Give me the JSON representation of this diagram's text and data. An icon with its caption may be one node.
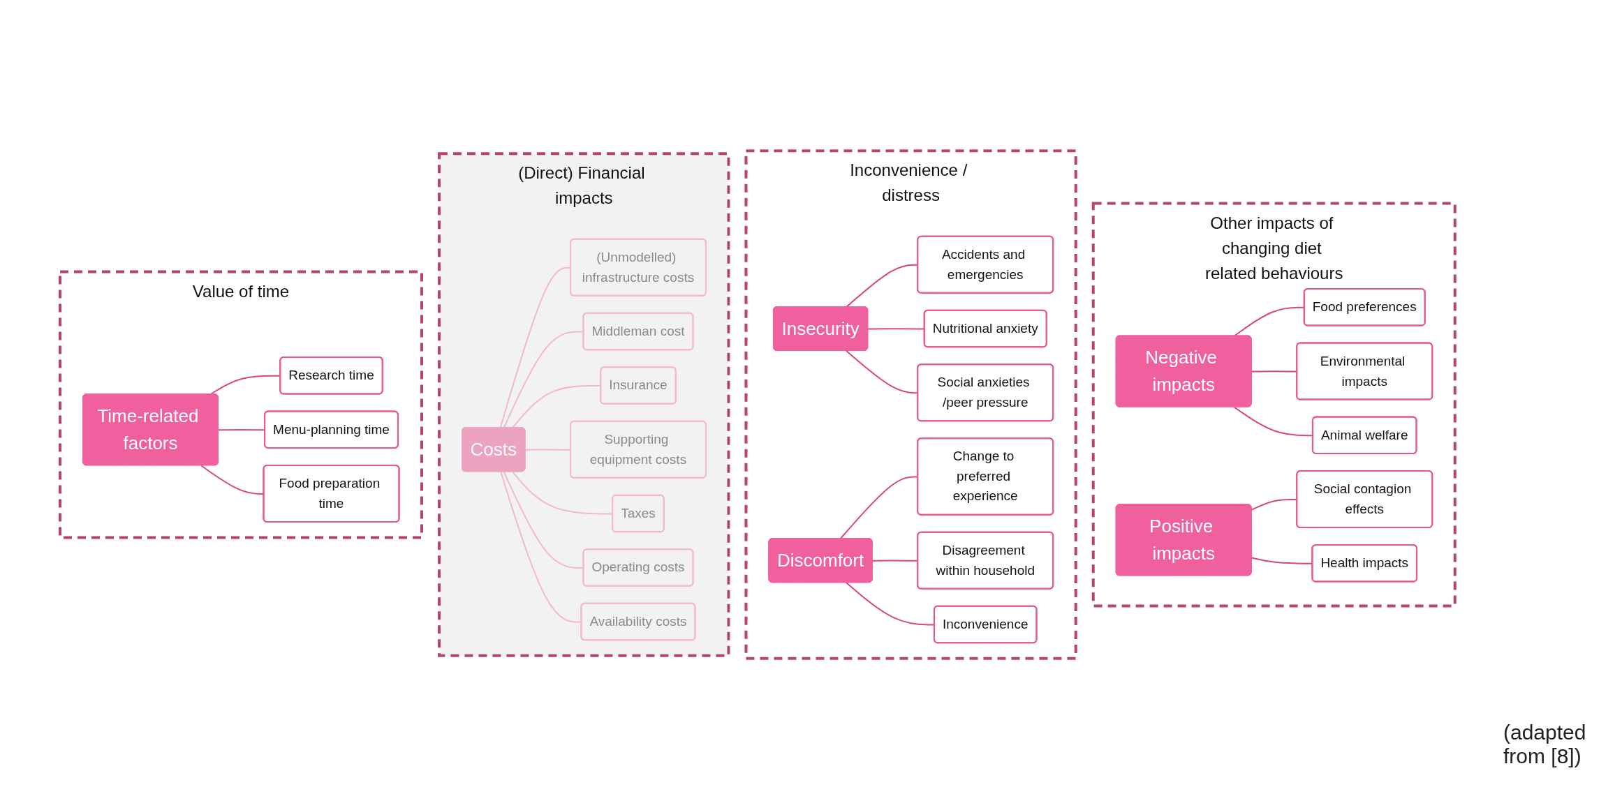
{
  "diagram": {
    "nodes": [
      {
        "text": [
          "Value of time"
        ]
      },
      {
        "text": [
          "Time-related factors"
        ],
        "in": 0
      },
      {
        "text": [
          "Research time"
        ],
        "in": 0
      },
      {
        "text": [
          "Menu-planning time"
        ],
        "in": 0
      },
      {
        "text": [
          "Food preparation time"
        ],
        "in": 0
      },
      {
        "text": [
          "(Direct) Financial impacts"
        ]
      },
      {
        "text": [
          "Costs"
        ],
        "in": 5
      },
      {
        "text": [
          "(Unmodelled) infrastructure costs"
        ],
        "in": 5
      },
      {
        "text": [
          "Middleman cost"
        ],
        "in": 5
      },
      {
        "text": [
          "Insurance"
        ],
        "in": 5
      },
      {
        "text": [
          "Supporting equipment costs"
        ],
        "in": 5
      },
      {
        "text": [
          "Taxes"
        ],
        "in": 5
      },
      {
        "text": [
          "Operating costs"
        ],
        "in": 5
      },
      {
        "text": [
          "Availability costs"
        ],
        "in": 5
      },
      {
        "text": [
          "Inconvenience / distress"
        ]
      },
      {
        "text": [
          "Insecurity"
        ],
        "in": 14
      },
      {
        "text": [
          "Accidents and emergencies"
        ],
        "in": 14
      },
      {
        "text": [
          "Nutritional anxiety"
        ],
        "in": 14
      },
      {
        "text": [
          "Social anxieties /peer pressure"
        ],
        "in": 14
      },
      {
        "text": [
          "Discomfort"
        ],
        "in": 14
      },
      {
        "text": [
          "Change to preferred experience"
        ],
        "in": 14
      },
      {
        "text": [
          "Disagreement within household"
        ],
        "in": 14
      },
      {
        "text": [
          "Inconvenience"
        ],
        "in": 14
      },
      {
        "text": [
          "Other impacts of changing diet related behaviours"
        ]
      },
      {
        "text": [
          "Negative impacts"
        ],
        "in": 23
      },
      {
        "text": [
          "Food preferences"
        ],
        "in": 23
      },
      {
        "text": [
          "Environmental impacts"
        ],
        "in": 23
      },
      {
        "text": [
          "Animal welfare"
        ],
        "in": 23
      },
      {
        "text": [
          "Positive impacts"
        ],
        "in": 23
      },
      {
        "text": [
          "Social contagion effects"
        ],
        "in": 23
      },
      {
        "text": [
          "Health impacts"
        ],
        "in": 23
      }
    ],
    "edges": [
      {
        "from": 1,
        "to": 2,
        "arrow": "none"
      },
      {
        "from": 1,
        "to": 3,
        "arrow": "none"
      },
      {
        "from": 1,
        "to": 4,
        "arrow": "none"
      },
      {
        "from": 6,
        "to": 7,
        "arrow": "none",
        "color": "#f4b8cc"
      },
      {
        "from": 6,
        "to": 8,
        "arrow": "none",
        "color": "#f4b8cc"
      },
      {
        "from": 6,
        "to": 9,
        "arrow": "none",
        "color": "#f4b8cc"
      },
      {
        "from": 6,
        "to": 10,
        "arrow": "none",
        "color": "#f4b8cc"
      },
      {
        "from": 6,
        "to": 11,
        "arrow": "none",
        "color": "#f4b8cc"
      },
      {
        "from": 6,
        "to": 12,
        "arrow": "none",
        "color": "#f4b8cc"
      },
      {
        "from": 6,
        "to": 13,
        "arrow": "none",
        "color": "#f4b8cc"
      },
      {
        "from": 15,
        "to": 16,
        "arrow": "none"
      },
      {
        "from": 15,
        "to": 17,
        "arrow": "none"
      },
      {
        "from": 15,
        "to": 18,
        "arrow": "none"
      },
      {
        "from": 19,
        "to": 20,
        "arrow": "none"
      },
      {
        "from": 19,
        "to": 21,
        "arrow": "none"
      },
      {
        "from": 19,
        "to": 22,
        "arrow": "none"
      },
      {
        "from": 24,
        "to": 25,
        "arrow": "none"
      },
      {
        "from": 24,
        "to": 26,
        "arrow": "none"
      },
      {
        "from": 24,
        "to": 27,
        "arrow": "none"
      },
      {
        "from": 28,
        "to": 29,
        "arrow": "none"
      },
      {
        "from": 28,
        "to": 30,
        "arrow": "none"
      }
    ],
    "labels": [
      "(adapted from [8])"
    ]
  }
}
